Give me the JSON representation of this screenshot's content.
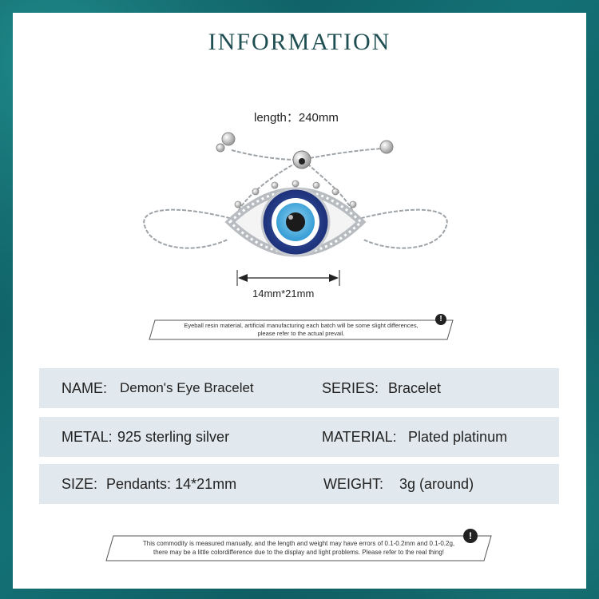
{
  "title": "INFORMATION",
  "length_text": "length：240mm",
  "dimension_text": "14mm*21mm",
  "note_top": {
    "line1": "Eyeball resin material, artificial manufacturing each batch will be some slight differences,",
    "line2": "please refer to the actual prevail."
  },
  "specs": [
    {
      "k1": "NAME:",
      "v1": "Demon's Eye Bracelet",
      "k2": "SERIES:",
      "v2": "Bracelet"
    },
    {
      "k1": "METAL:",
      "v1": "925 sterling silver",
      "k2": "MATERIAL:",
      "v2": "Plated platinum"
    },
    {
      "k1": "SIZE:",
      "v1": "Pendants: 14*21mm",
      "k2": "WEIGHT:",
      "v2": "3g (around)"
    }
  ],
  "note_bottom": {
    "line1": "This commodity is measured manually, and the length and weight may have errors of 0.1-0.2mm and 0.1-0.2g,",
    "line2": "there may be a little colordifference due to the display and light problems. Please refer to the real thing!"
  },
  "warn_symbol": "!",
  "icons": [
    "warning-icon",
    "bracelet-image",
    "dimension-arrow"
  ]
}
